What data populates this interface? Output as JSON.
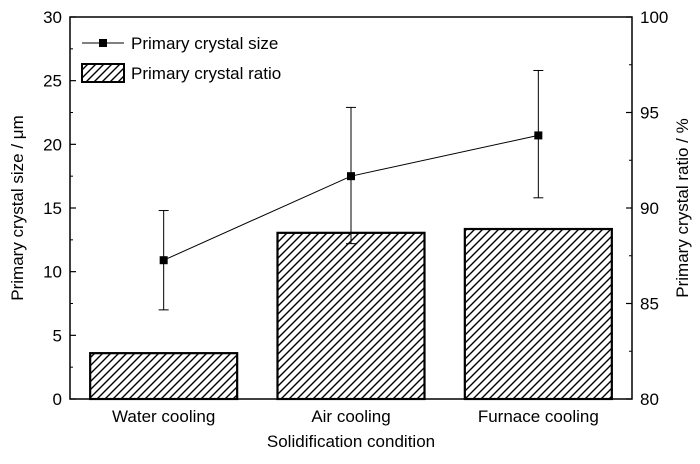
{
  "chart_data": {
    "type": "bar+line",
    "categories": [
      "Water cooling",
      "Air cooling",
      "Furnace cooling"
    ],
    "xlabel": "Solidification condition",
    "y_left": {
      "label": "Primary crystal size / μm",
      "range": [
        0,
        30
      ],
      "ticks": [
        "0",
        "5",
        "10",
        "15",
        "20",
        "25",
        "30"
      ]
    },
    "y_right": {
      "label": "Primary crystal ratio / %",
      "range": [
        80,
        100
      ],
      "ticks": [
        "80",
        "85",
        "90",
        "95",
        "100"
      ]
    },
    "series": [
      {
        "name": "Primary crystal size",
        "type": "line",
        "axis": "left",
        "marker": "square",
        "values": [
          10.9,
          17.5,
          20.7
        ],
        "error_low": [
          7.0,
          12.2,
          15.8
        ],
        "error_high": [
          14.8,
          22.9,
          25.8
        ]
      },
      {
        "name": "Primary crystal ratio",
        "type": "bar",
        "axis": "right",
        "pattern": "diagonal-hatch",
        "values": [
          82.4,
          88.7,
          88.9
        ]
      }
    ],
    "grid": false,
    "legend_position": "top-left"
  }
}
